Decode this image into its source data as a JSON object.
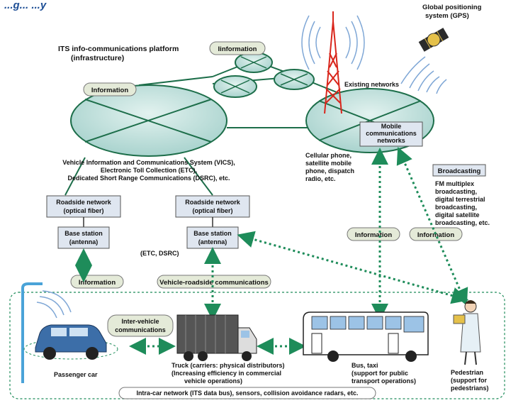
{
  "header": {
    "partial_title": "...g... ...y"
  },
  "platform": {
    "title_line1": "ITS info-communications platform",
    "title_line2": "(infrastructure)"
  },
  "labels": {
    "information": "Information",
    "information_top": "Iinformation",
    "existing_networks": "Existing networks",
    "mobile_networks_line1": "Mobile",
    "mobile_networks_line2": "communications",
    "mobile_networks_line3": "networks",
    "gps_line1": "Global positioning",
    "gps_line2": "system (GPS)",
    "vics_line1": "Vehicle Information and Communications System (VICS),",
    "vics_line2": "Electronic Toll Collection (ETC),",
    "vics_line3": "Dedicated Short Range Communications (DSRC), etc.",
    "cellular_line1": "Cellular phone,",
    "cellular_line2": "satellite mobile",
    "cellular_line3": "phone, dispatch",
    "cellular_line4": "radio, etc.",
    "broadcasting": "Broadcasting",
    "fm_line1": "FM multiplex",
    "fm_line2": "broadcasting,",
    "fm_line3": "digital terrestrial",
    "fm_line4": "broadcasting,",
    "fm_line5": "digital satellite",
    "fm_line6": "broadcasting, etc.",
    "roadside_line1": "Roadside network",
    "roadside_line2": "(optical fiber)",
    "base_line1": "Base station",
    "base_line2": "(antenna)",
    "etc_dsrc": "(ETC, DSRC)",
    "vehicle_roadside": "Vehicle-roadside communications",
    "inter_vehicle_line1": "Inter-vehicle",
    "inter_vehicle_line2": "communications",
    "passenger_car": "Passenger car",
    "truck_line1": "Truck (carriers: physical distributors)",
    "truck_line2": "(Increasing efficiency in commercial",
    "truck_line3": "vehicle operations)",
    "bus_line1": "Bus, taxi",
    "bus_line2": "(support for public",
    "bus_line3": "transport operations)",
    "pedestrian_line1": "Pedestrian",
    "pedestrian_line2": "(support for",
    "pedestrian_line3": "pedestrians)",
    "intra_car": "Intra-car network (ITS data bus), sensors, collision avoidance radars, etc."
  },
  "colors": {
    "ellipse_fill": "#bfe0dc",
    "pill_fill": "#e4ead8",
    "box_fill": "#dfe6f0",
    "dotted_arrow": "#1e8c5a",
    "tower_red": "#d9261c",
    "title_blue": "#1e4f96"
  }
}
